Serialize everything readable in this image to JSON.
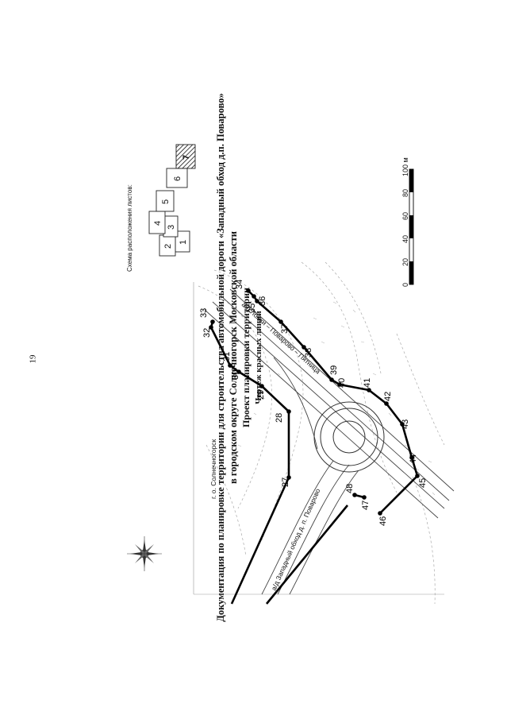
{
  "page_number": "19",
  "title": {
    "line1": "Документация по планировке территории для строительства автомобильной дороги «Западный обход д.п. Поварово»",
    "line2": "в городском округе Солнечногорск Московской области",
    "line3": "Проект планировки территории",
    "line4": "Чертеж красных линий"
  },
  "sheet_scheme": {
    "title": "Схема расположения листов:",
    "sheets": [
      "1",
      "2",
      "3",
      "4",
      "5",
      "6",
      "7"
    ],
    "current_sheet": "7"
  },
  "scale_bar": {
    "ticks": [
      "0",
      "20",
      "40",
      "60",
      "80",
      "100 м"
    ]
  },
  "map_labels": {
    "district": "г. о. Солнечногорск",
    "road_main": "а/д Западный обход д. п. Поварово",
    "road_secondary": "а/д Ложки – Поварово – Пятница"
  },
  "points": {
    "west_line": [
      "27",
      "28",
      "29",
      "30",
      "31",
      "32",
      "33"
    ],
    "east_line": [
      "34",
      "35",
      "36",
      "37",
      "38",
      "39",
      "40",
      "41",
      "42",
      "43",
      "44",
      "45",
      "46"
    ],
    "south_line": [
      "47",
      "48"
    ]
  },
  "colors": {
    "red_line": "#000000",
    "terrain": "#9a9a9a",
    "road": "#444444"
  }
}
